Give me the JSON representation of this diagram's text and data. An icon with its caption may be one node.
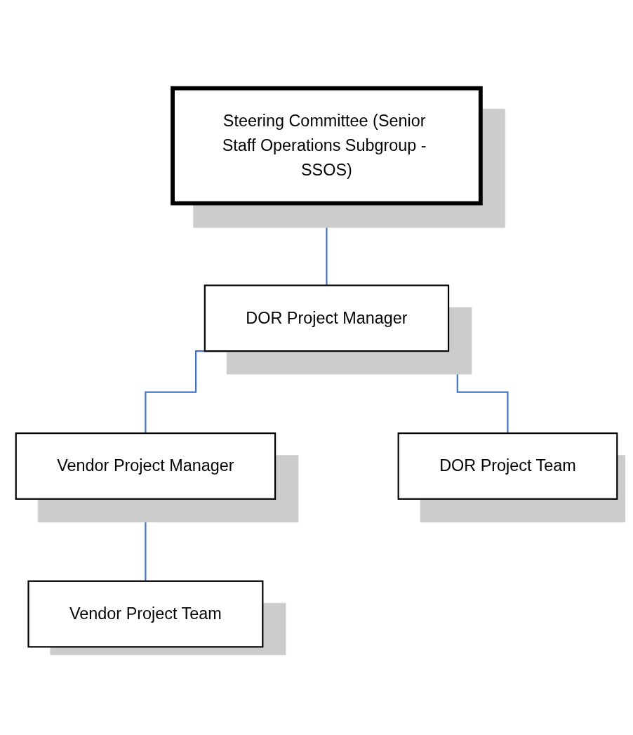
{
  "diagram": {
    "nodes": [
      {
        "text": [
          "Steering Committee (Senior Staff Operations Subgroup - SSOS)"
        ]
      },
      {
        "text": [
          "DOR Project Manager"
        ]
      },
      {
        "text": [
          "Vendor Project Manager"
        ]
      },
      {
        "text": [
          "DOR Project Team"
        ]
      },
      {
        "text": [
          "Vendor Project Team"
        ]
      }
    ],
    "edges": [
      {
        "from": 0,
        "to": 1,
        "arrow": "none"
      },
      {
        "from": 1,
        "to": 2,
        "arrow": "none"
      },
      {
        "from": 1,
        "to": 3,
        "arrow": "none"
      },
      {
        "from": 2,
        "to": 4,
        "arrow": "none"
      }
    ]
  }
}
